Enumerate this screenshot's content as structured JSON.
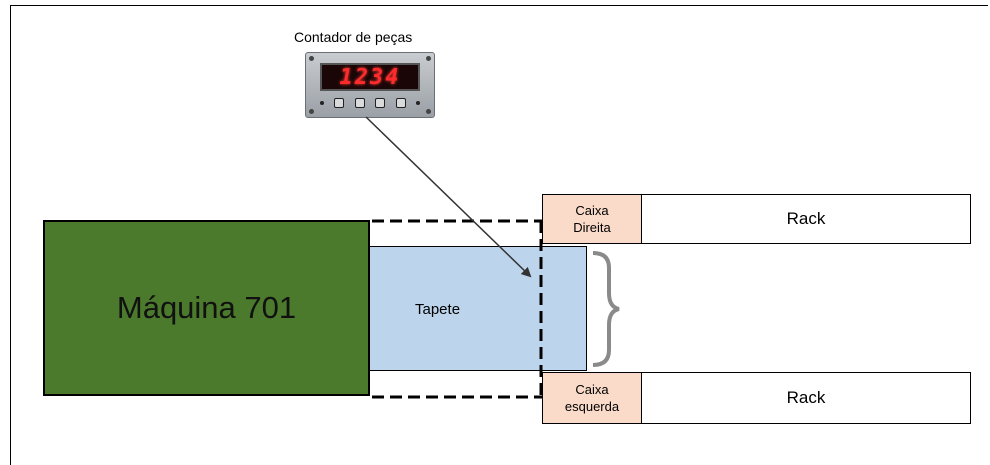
{
  "counter": {
    "label": "Contador de peças",
    "display_value": "1234"
  },
  "machine": {
    "label": "Máquina 701"
  },
  "conveyor": {
    "label": "Tapete"
  },
  "box_right": {
    "line1": "Caixa",
    "line2": "Direita"
  },
  "box_left": {
    "line1": "Caixa",
    "line2": "esquerda"
  },
  "rack_top": {
    "label": "Rack"
  },
  "rack_bottom": {
    "label": "Rack"
  },
  "colors": {
    "machine": "#4b7a2c",
    "conveyor": "#bcd4ec",
    "box": "#fadbc9",
    "counter_digits": "#ff2b2b",
    "brace": "#8a8a8a"
  }
}
